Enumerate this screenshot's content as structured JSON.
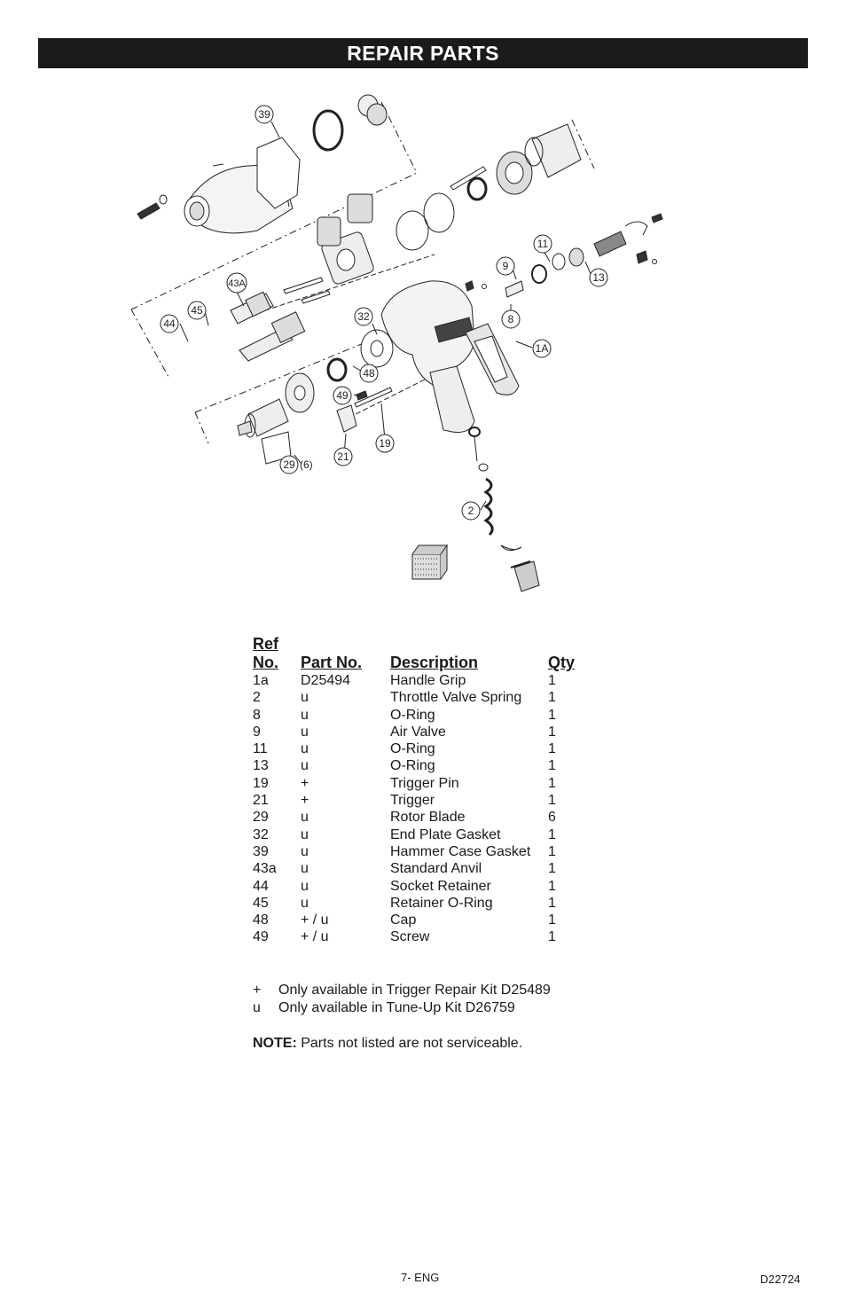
{
  "header": {
    "title": "REPAIR PARTS"
  },
  "diagram": {
    "callouts": [
      "39",
      "43A",
      "44",
      "45",
      "32",
      "48",
      "49",
      "29",
      "(6)",
      "21",
      "19",
      "11",
      "9",
      "8",
      "13",
      "1A",
      "2"
    ]
  },
  "table": {
    "headers": {
      "ref_line1": "Ref",
      "ref_line2": "No.",
      "part": "Part No.",
      "desc": "Description",
      "qty": "Qty"
    },
    "rows": [
      {
        "ref": "1a",
        "part": "D25494",
        "desc": "Handle Grip",
        "qty": "1"
      },
      {
        "ref": "2",
        "part": "u",
        "desc": "Throttle Valve Spring",
        "qty": "1"
      },
      {
        "ref": "8",
        "part": "u",
        "desc": "O-Ring",
        "qty": "1"
      },
      {
        "ref": "9",
        "part": "u",
        "desc": "Air Valve",
        "qty": "1"
      },
      {
        "ref": "11",
        "part": "u",
        "desc": "O-Ring",
        "qty": "1"
      },
      {
        "ref": "13",
        "part": "u",
        "desc": "O-Ring",
        "qty": "1"
      },
      {
        "ref": "19",
        "part": "+",
        "desc": "Trigger Pin",
        "qty": "1"
      },
      {
        "ref": "21",
        "part": "+",
        "desc": "Trigger",
        "qty": "1"
      },
      {
        "ref": "29",
        "part": "u",
        "desc": "Rotor Blade",
        "qty": "6"
      },
      {
        "ref": "32",
        "part": "u",
        "desc": "End Plate Gasket",
        "qty": "1"
      },
      {
        "ref": "39",
        "part": "u",
        "desc": "Hammer Case Gasket",
        "qty": "1"
      },
      {
        "ref": "43a",
        "part": "u",
        "desc": "Standard Anvil",
        "qty": "1"
      },
      {
        "ref": "44",
        "part": "u",
        "desc": "Socket Retainer",
        "qty": "1"
      },
      {
        "ref": "45",
        "part": "u",
        "desc": "Retainer O-Ring",
        "qty": "1"
      },
      {
        "ref": "48",
        "part": "+ / u",
        "desc": "Cap",
        "qty": "1"
      },
      {
        "ref": "49",
        "part": "+ / u",
        "desc": "Screw",
        "qty": "1"
      }
    ]
  },
  "footnotes": [
    {
      "symbol": "+",
      "text": "Only available in Trigger Repair Kit D25489"
    },
    {
      "symbol": "u",
      "text": "Only available in Tune-Up Kit D26759"
    }
  ],
  "note": {
    "label": "NOTE:",
    "text": "Parts not listed are not serviceable."
  },
  "footer": {
    "page": "7- ENG",
    "doc": "D22724"
  }
}
